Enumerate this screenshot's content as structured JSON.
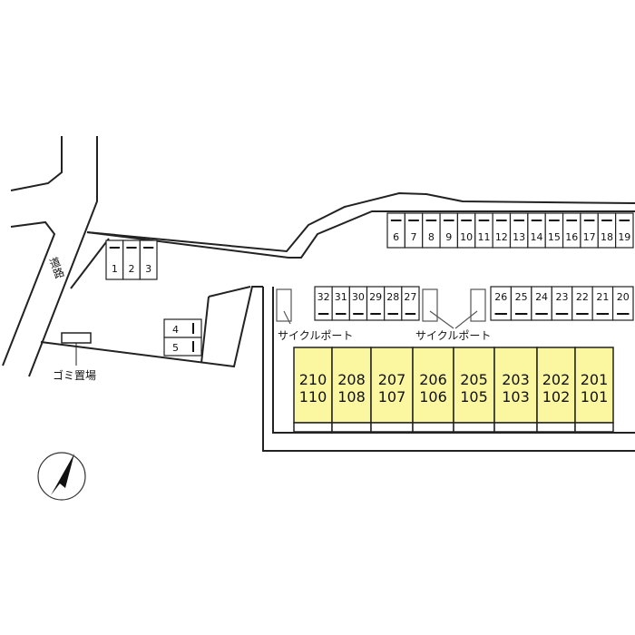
{
  "labels": {
    "road": "道路",
    "garbage": "ゴミ置場",
    "cycle_port_left": "サイクルポート",
    "cycle_port_right": "サイクルポート"
  },
  "parking": {
    "left_top": [
      "1",
      "2",
      "3"
    ],
    "left_bottom": [
      "4",
      "5"
    ],
    "top_row": [
      "6",
      "7",
      "8",
      "9",
      "10",
      "11",
      "12",
      "13",
      "14",
      "15",
      "16",
      "17",
      "18",
      "19"
    ],
    "middle_left": [
      "32",
      "31",
      "30",
      "29",
      "28",
      "27"
    ],
    "middle_right": [
      "26",
      "25",
      "24",
      "23",
      "22",
      "21",
      "20"
    ]
  },
  "units": [
    {
      "upper": "210",
      "lower": "110"
    },
    {
      "upper": "208",
      "lower": "108"
    },
    {
      "upper": "207",
      "lower": "107"
    },
    {
      "upper": "206",
      "lower": "106"
    },
    {
      "upper": "205",
      "lower": "105"
    },
    {
      "upper": "203",
      "lower": "103"
    },
    {
      "upper": "202",
      "lower": "102"
    },
    {
      "upper": "201",
      "lower": "101"
    }
  ],
  "colors": {
    "building": "#fbf7a0",
    "line": "#222222"
  }
}
